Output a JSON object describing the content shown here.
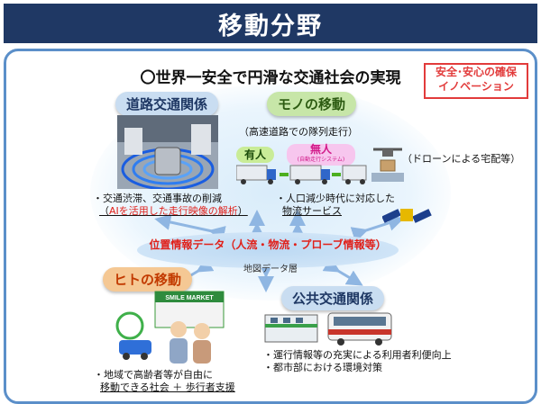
{
  "header": {
    "title": "移動分野"
  },
  "main_title": "〇世界一安全で円滑な交通社会の実現",
  "badge": {
    "line1": "安全･安心の確保",
    "line2": "イノベーション"
  },
  "categories": {
    "road": "道路交通関係",
    "goods": "モノの移動",
    "people": "ヒトの移動",
    "public": "公共交通関係"
  },
  "goods": {
    "platoon": "（高速道路での隊列走行）",
    "manned": "有人",
    "unmanned": "無人",
    "unmanned_sub": "(自動走行システム)",
    "drone": "（ドローンによる宅配等）",
    "desc1": "・人口減少時代に対応した",
    "desc2": "物流サービス"
  },
  "road": {
    "desc1": "・交通渋滞、交通事故の削減",
    "desc2_open": "（",
    "desc2_red": "AIを活用した走行映像の解析",
    "desc2_close": "）"
  },
  "center": {
    "label": "位置情報データ（人流・物流・プローブ情報等）",
    "sub": "地図データ層"
  },
  "people": {
    "desc1": "・地域で高齢者等が自由に",
    "desc2": "移動できる社会 ＋ 歩行者支援",
    "store_sign": "SMILE MARKET"
  },
  "public": {
    "desc1": "・運行情報等の充実による利用者利便向上",
    "desc2": "・都市部における環境対策"
  },
  "colors": {
    "header_bg": "#1f3864",
    "frame_border": "#5b8fc9",
    "badge_red": "#e23b3b",
    "highlight_red": "#e0201a",
    "arrow_blue": "#8fb6e2"
  }
}
